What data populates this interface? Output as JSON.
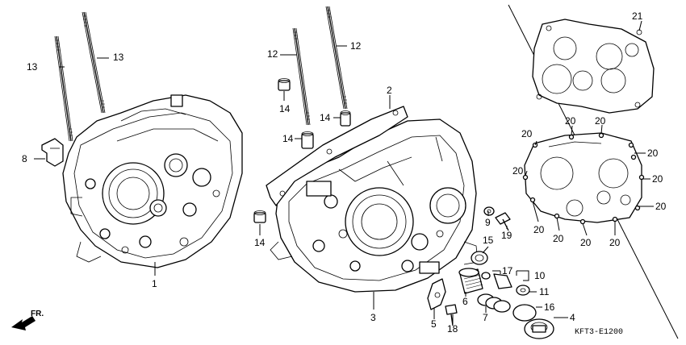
{
  "diagram_code": "KFT3-E1200",
  "front_label": "FR.",
  "callouts": {
    "c1": "1",
    "c2": "2",
    "c3": "3",
    "c4": "4",
    "c5": "5",
    "c6": "6",
    "c7": "7",
    "c8": "8",
    "c9": "9",
    "c10": "10",
    "c11": "11",
    "c12a": "12",
    "c12b": "12",
    "c13a": "13",
    "c13b": "13",
    "c14a": "14",
    "c14b": "14",
    "c14c": "14",
    "c14d": "14",
    "c15": "15",
    "c16": "16",
    "c17": "17",
    "c18": "18",
    "c19": "19",
    "c20a": "20",
    "c20b": "20",
    "c20c": "20",
    "c20d": "20",
    "c20e": "20",
    "c20f": "20",
    "c20g": "20",
    "c20h": "20",
    "c20i": "20",
    "c20j": "20",
    "c20k": "20",
    "c21": "21"
  }
}
